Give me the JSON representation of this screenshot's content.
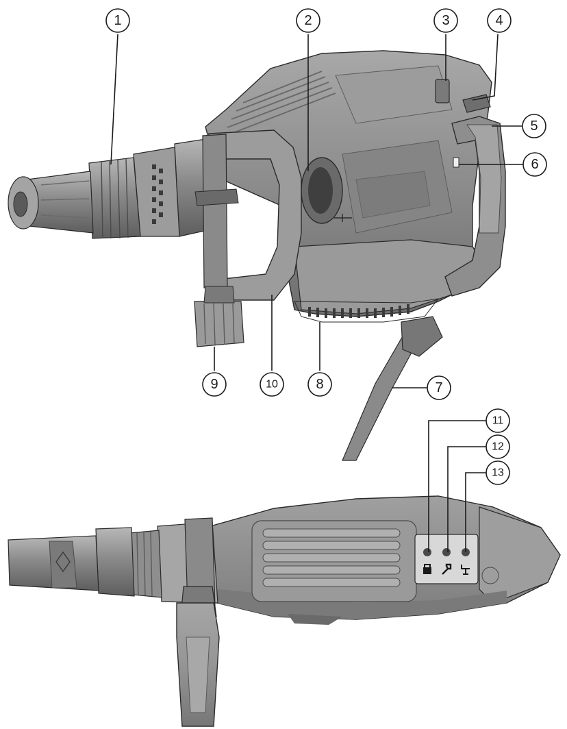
{
  "callouts": [
    {
      "id": "c1",
      "label": "1"
    },
    {
      "id": "c2",
      "label": "2"
    },
    {
      "id": "c3",
      "label": "3"
    },
    {
      "id": "c4",
      "label": "4"
    },
    {
      "id": "c5",
      "label": "5"
    },
    {
      "id": "c6",
      "label": "6"
    },
    {
      "id": "c7",
      "label": "7"
    },
    {
      "id": "c8",
      "label": "8"
    },
    {
      "id": "c9",
      "label": "9"
    },
    {
      "id": "c10",
      "label": "10"
    },
    {
      "id": "c11",
      "label": "11"
    },
    {
      "id": "c12",
      "label": "12"
    },
    {
      "id": "c13",
      "label": "13"
    }
  ],
  "colors": {
    "body": "#8e8e8e",
    "body_light": "#b4b4b4",
    "body_dark": "#5f5f5f",
    "grip": "#9a9a9a",
    "outline": "#2a2a2a",
    "panel": "#d8d8d8"
  },
  "icons": [
    "lock-indicator-icon",
    "service-wrench-icon",
    "chisel-position-icon"
  ]
}
